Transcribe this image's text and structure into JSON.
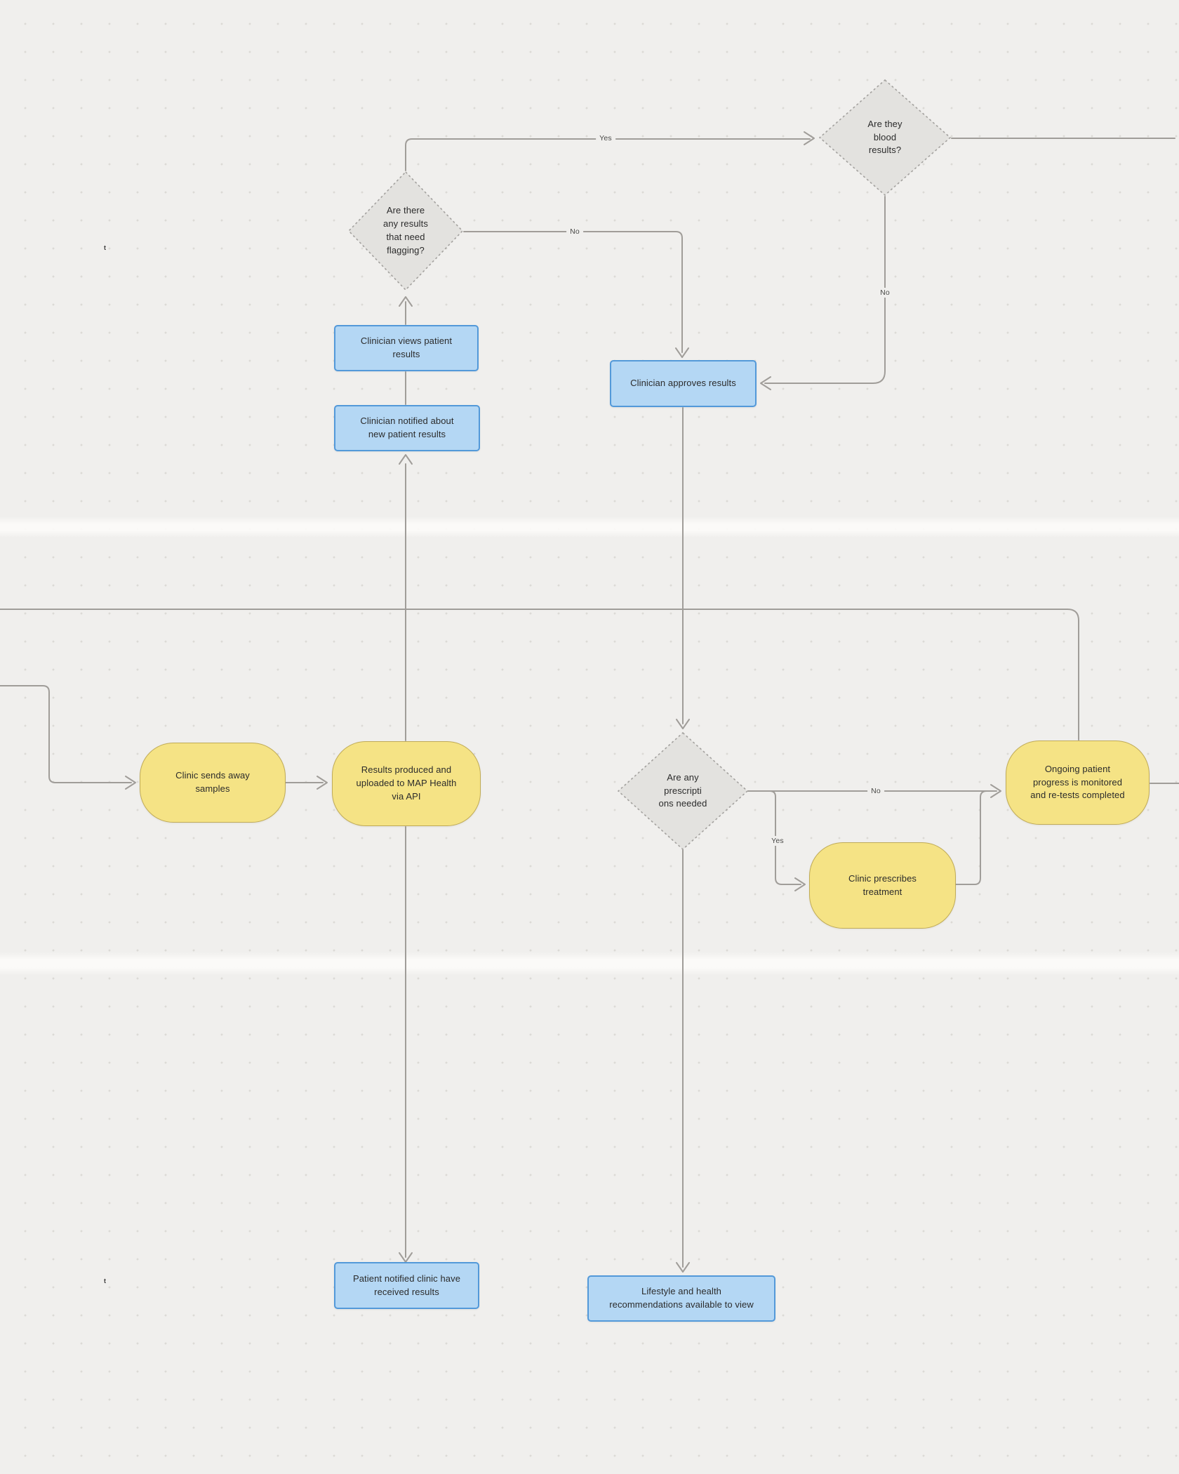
{
  "canvas": {
    "background_color": "#f0efed",
    "dot_grid_color": "#dcdad6",
    "lane_band_color": "#fcfbf9",
    "connector_color": "#a09d99"
  },
  "colors": {
    "process_fill": "#b4d7f4",
    "process_border": "#5399d9",
    "terminal_fill": "#f5e385",
    "terminal_border": "#c0ab57",
    "decision_fill": "#e3e2df",
    "decision_border": "#a3a19e"
  },
  "nodes": [
    {
      "id": "decision-blood-results",
      "type": "decision",
      "label": "Are they\nblood\nresults?"
    },
    {
      "id": "decision-flagging",
      "type": "decision",
      "label": "Are there\nany results\nthat need\nflagging?"
    },
    {
      "id": "process-clinician-views",
      "type": "process",
      "label": "Clinician views patient\nresults"
    },
    {
      "id": "process-clinician-notified",
      "type": "process",
      "label": "Clinician notified about\nnew patient results"
    },
    {
      "id": "process-clinician-approves",
      "type": "process",
      "label": "Clinician approves results"
    },
    {
      "id": "terminal-clinic-sends-samples",
      "type": "terminal",
      "label": "Clinic sends away\nsamples"
    },
    {
      "id": "terminal-results-produced",
      "type": "terminal",
      "label": "Results produced and\nuploaded to MAP Health\nvia API"
    },
    {
      "id": "decision-prescriptions-needed",
      "type": "decision",
      "label": "Are any\nprescripti\nons needed"
    },
    {
      "id": "terminal-clinic-prescribes",
      "type": "terminal",
      "label": "Clinic prescribes\ntreatment"
    },
    {
      "id": "terminal-ongoing-progress",
      "type": "terminal",
      "label": "Ongoing patient\nprogress is monitored\nand re-tests completed"
    },
    {
      "id": "process-patient-notified",
      "type": "process",
      "label": "Patient notified clinic have\nreceived results"
    },
    {
      "id": "process-lifestyle-recommendations",
      "type": "process",
      "label": "Lifestyle and health\nrecommendations available to view"
    }
  ],
  "edge_labels": [
    {
      "text": "Yes"
    },
    {
      "text": "No"
    },
    {
      "text": "No"
    },
    {
      "text": "No"
    },
    {
      "text": "Yes"
    }
  ],
  "stray_texts": [
    {
      "text": "t"
    },
    {
      "text": "t"
    }
  ]
}
